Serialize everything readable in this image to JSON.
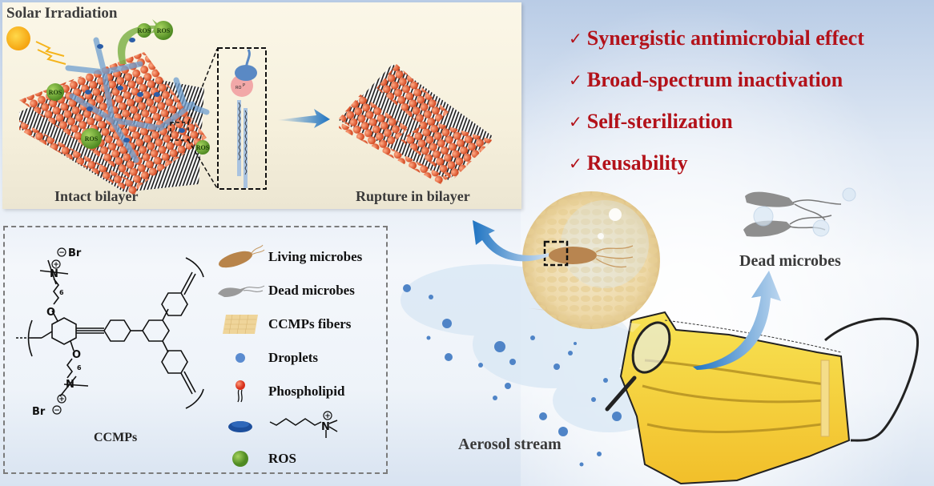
{
  "top_panel": {
    "title": "Solar Irradiation",
    "ros_label": "ROS",
    "intact_label": "Intact bilayer",
    "rupture_label": "Rupture in bilayer",
    "zoom_inset_text": {
      "ro": "RO",
      "p": "P",
      "o": "O"
    }
  },
  "features": [
    {
      "check": "✓",
      "text": "Synergistic antimicrobial effect"
    },
    {
      "check": "✓",
      "text": "Broad-spectrum inactivation"
    },
    {
      "check": "✓",
      "text": "Self-sterilization"
    },
    {
      "check": "✓",
      "text": "Reusability"
    }
  ],
  "structure": {
    "name": "CCMPs",
    "br_top": "Br",
    "br_bottom": "Br",
    "n": "N",
    "o": "O",
    "plus": "+",
    "minus": "−",
    "subscript": "6"
  },
  "legend": {
    "items": [
      {
        "icon": "living-microbe-icon",
        "label": "Living microbes"
      },
      {
        "icon": "dead-microbe-icon",
        "label": "Dead microbes"
      },
      {
        "icon": "ccmps-fiber-icon",
        "label": "CCMPs fibers"
      },
      {
        "icon": "droplet-icon",
        "label": "Droplets"
      },
      {
        "icon": "phospholipid-icon",
        "label": "Phospholipid"
      },
      {
        "icon": "quaternary-ammonium-icon",
        "label": "",
        "chem_n": "N",
        "chem_plus": "+"
      },
      {
        "icon": "ros-sphere-icon",
        "label": "ROS"
      }
    ]
  },
  "scene": {
    "dead_microbes_label": "Dead microbes",
    "aerosol_label": "Aerosol stream"
  },
  "colors": {
    "feature_red": "#b3121a",
    "arrow_blue": "#1f74c2",
    "mask_yellow": "#f4c531",
    "bilayer_orange": "#e8643c",
    "ros_green": "#6aa533",
    "sun": "#f7b51b"
  }
}
